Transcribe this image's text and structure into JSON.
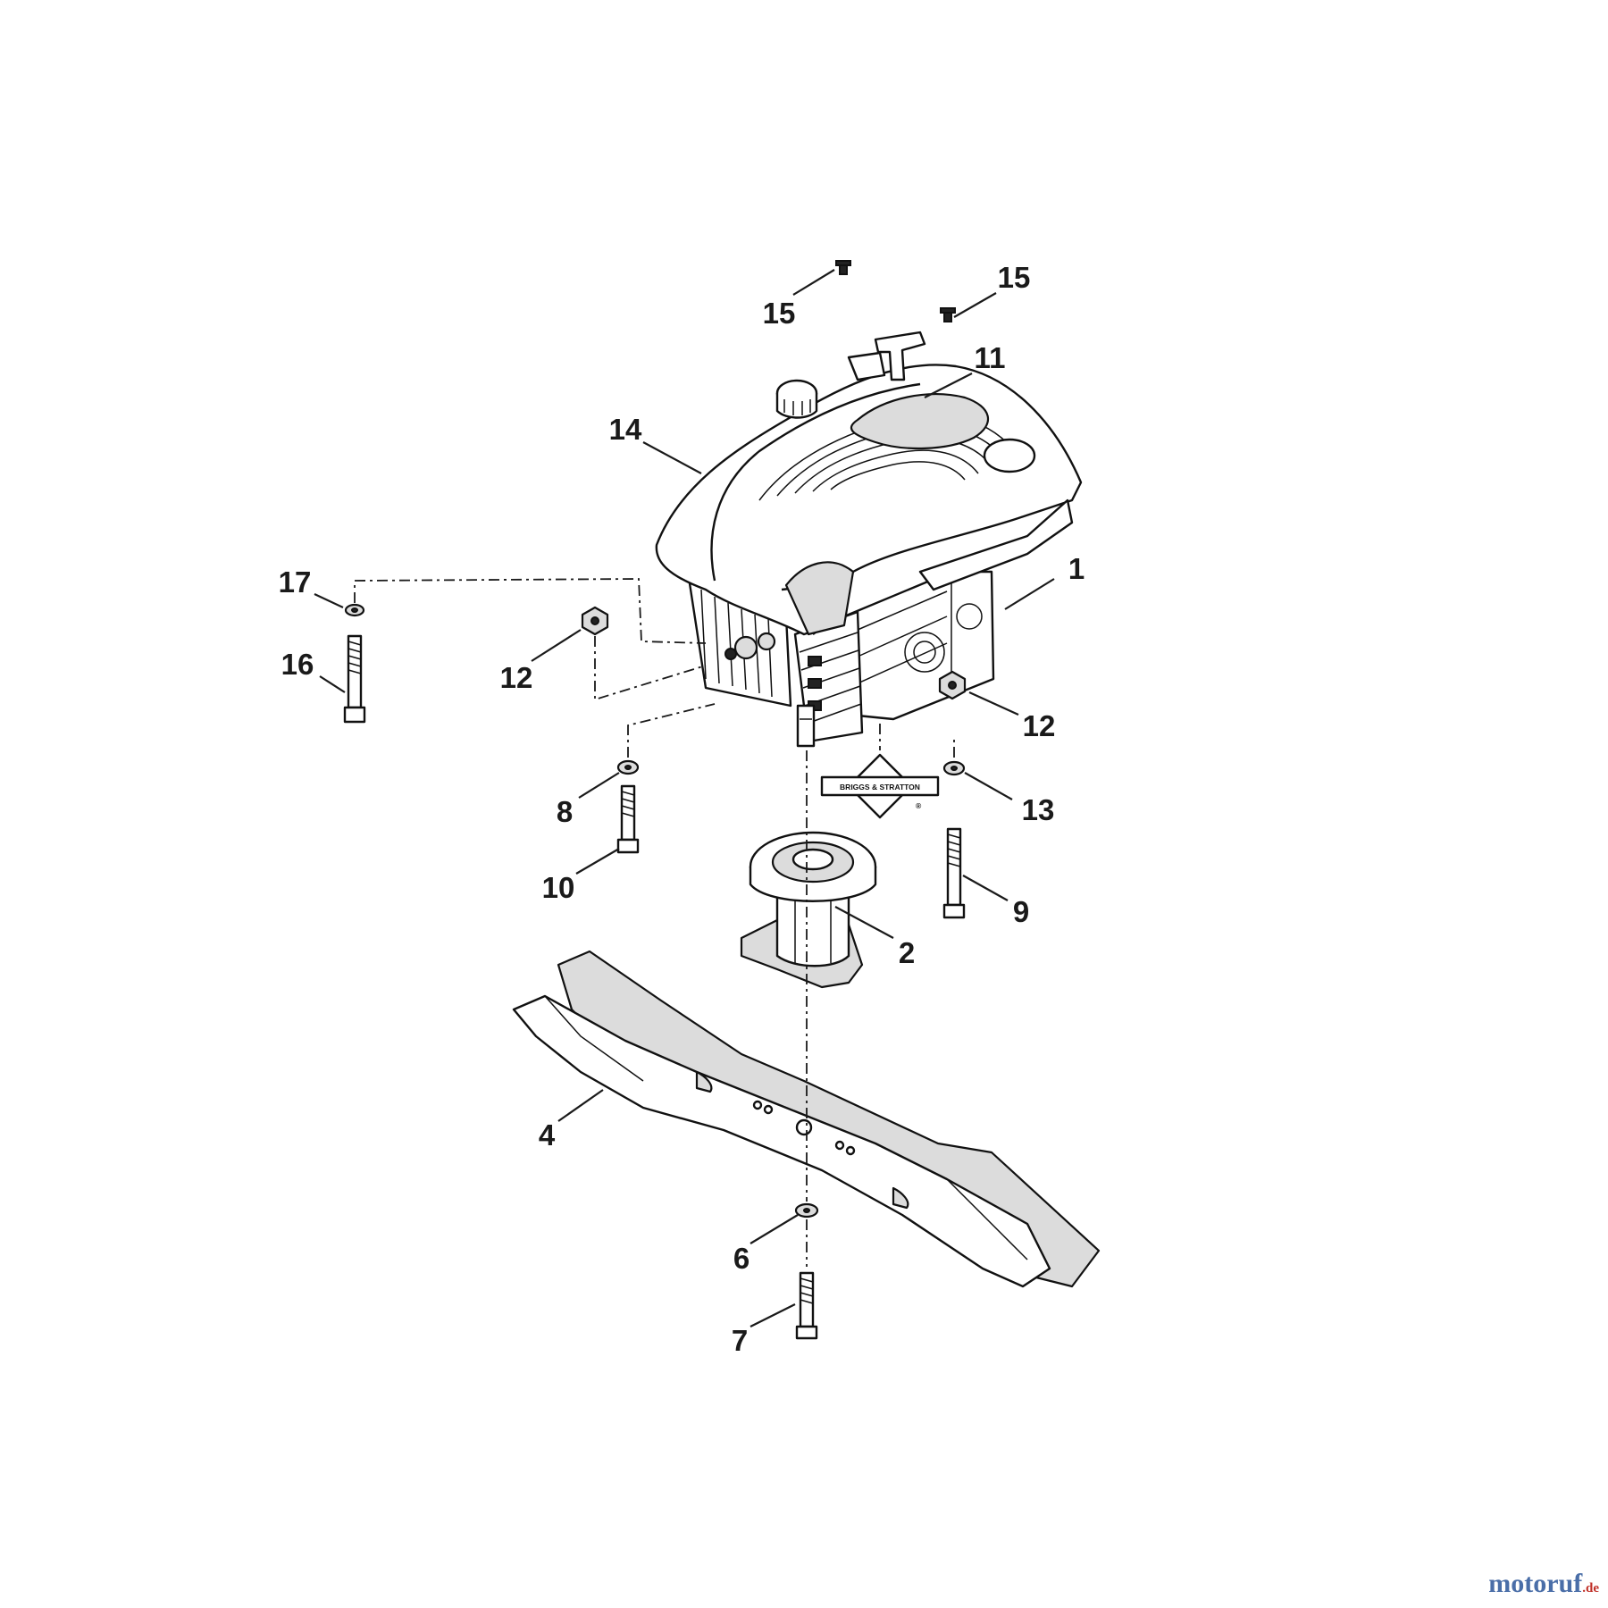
{
  "diagram": {
    "callouts": [
      {
        "id": "1",
        "label": "1"
      },
      {
        "id": "2",
        "label": "2"
      },
      {
        "id": "4",
        "label": "4"
      },
      {
        "id": "6",
        "label": "6"
      },
      {
        "id": "7",
        "label": "7"
      },
      {
        "id": "8",
        "label": "8"
      },
      {
        "id": "9",
        "label": "9"
      },
      {
        "id": "10",
        "label": "10"
      },
      {
        "id": "11",
        "label": "11"
      },
      {
        "id": "12a",
        "label": "12"
      },
      {
        "id": "12b",
        "label": "12"
      },
      {
        "id": "13",
        "label": "13"
      },
      {
        "id": "14",
        "label": "14"
      },
      {
        "id": "15a",
        "label": "15"
      },
      {
        "id": "15b",
        "label": "15"
      },
      {
        "id": "16",
        "label": "16"
      },
      {
        "id": "17",
        "label": "17"
      }
    ],
    "engine_logo_text": "BRIGGS & STRATTON",
    "registered_mark": "®"
  },
  "watermark": {
    "main": "motoruf",
    "suffix": ".de",
    "colors": {
      "main": "#4a6ea8",
      "suffix": "#c03028"
    }
  }
}
